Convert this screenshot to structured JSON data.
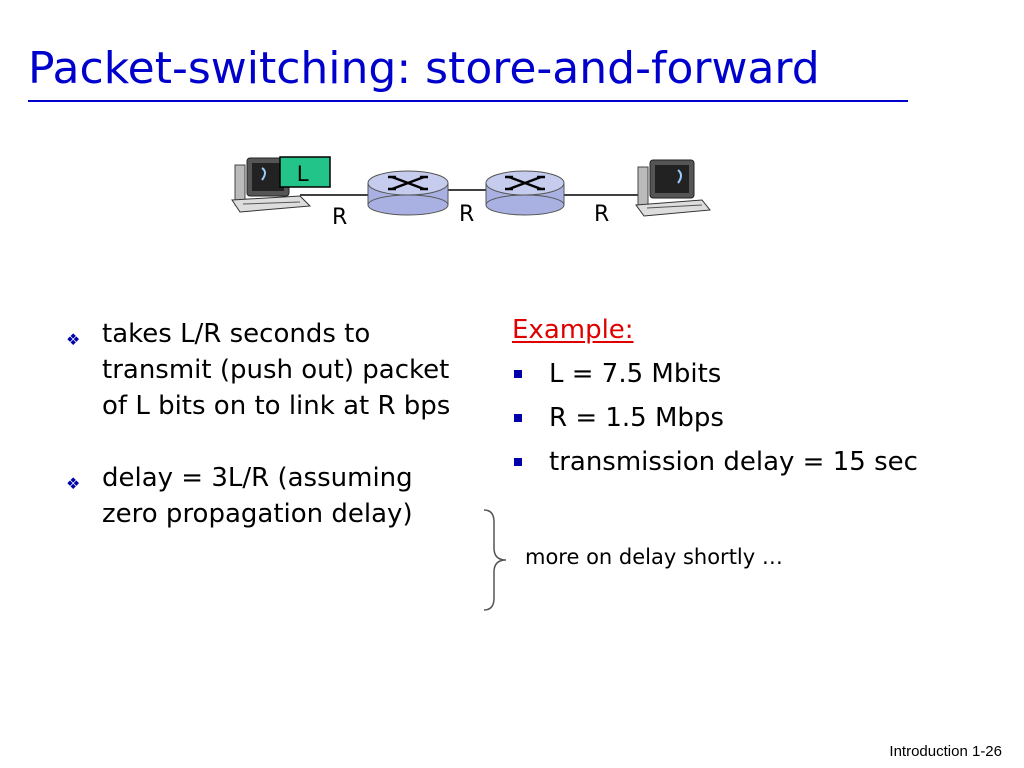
{
  "slide": {
    "title": "Packet-switching: store-and-forward",
    "footer": "Introduction 1-26"
  },
  "diagram": {
    "packet_label": "L",
    "link_labels": [
      "R",
      "R",
      "R"
    ],
    "icons": [
      "host-computer-icon",
      "router-icon",
      "router-icon",
      "host-computer-icon"
    ]
  },
  "bullets": [
    {
      "text": "takes L/R seconds to transmit (push out) packet of L bits on to link at R bps"
    },
    {
      "text": "delay = 3L/R (assuming zero propagation delay)"
    }
  ],
  "example": {
    "heading": "Example:",
    "items": [
      "L = 7.5 Mbits",
      "R = 1.5 Mbps",
      "transmission delay = 15 sec"
    ]
  },
  "note": "more on delay shortly …",
  "colors": {
    "title": "#0000cc",
    "example_heading": "#e00000",
    "packet_fill": "#22c48a",
    "router_fill": "#c6ccee",
    "bullet_mark": "#0000aa"
  }
}
